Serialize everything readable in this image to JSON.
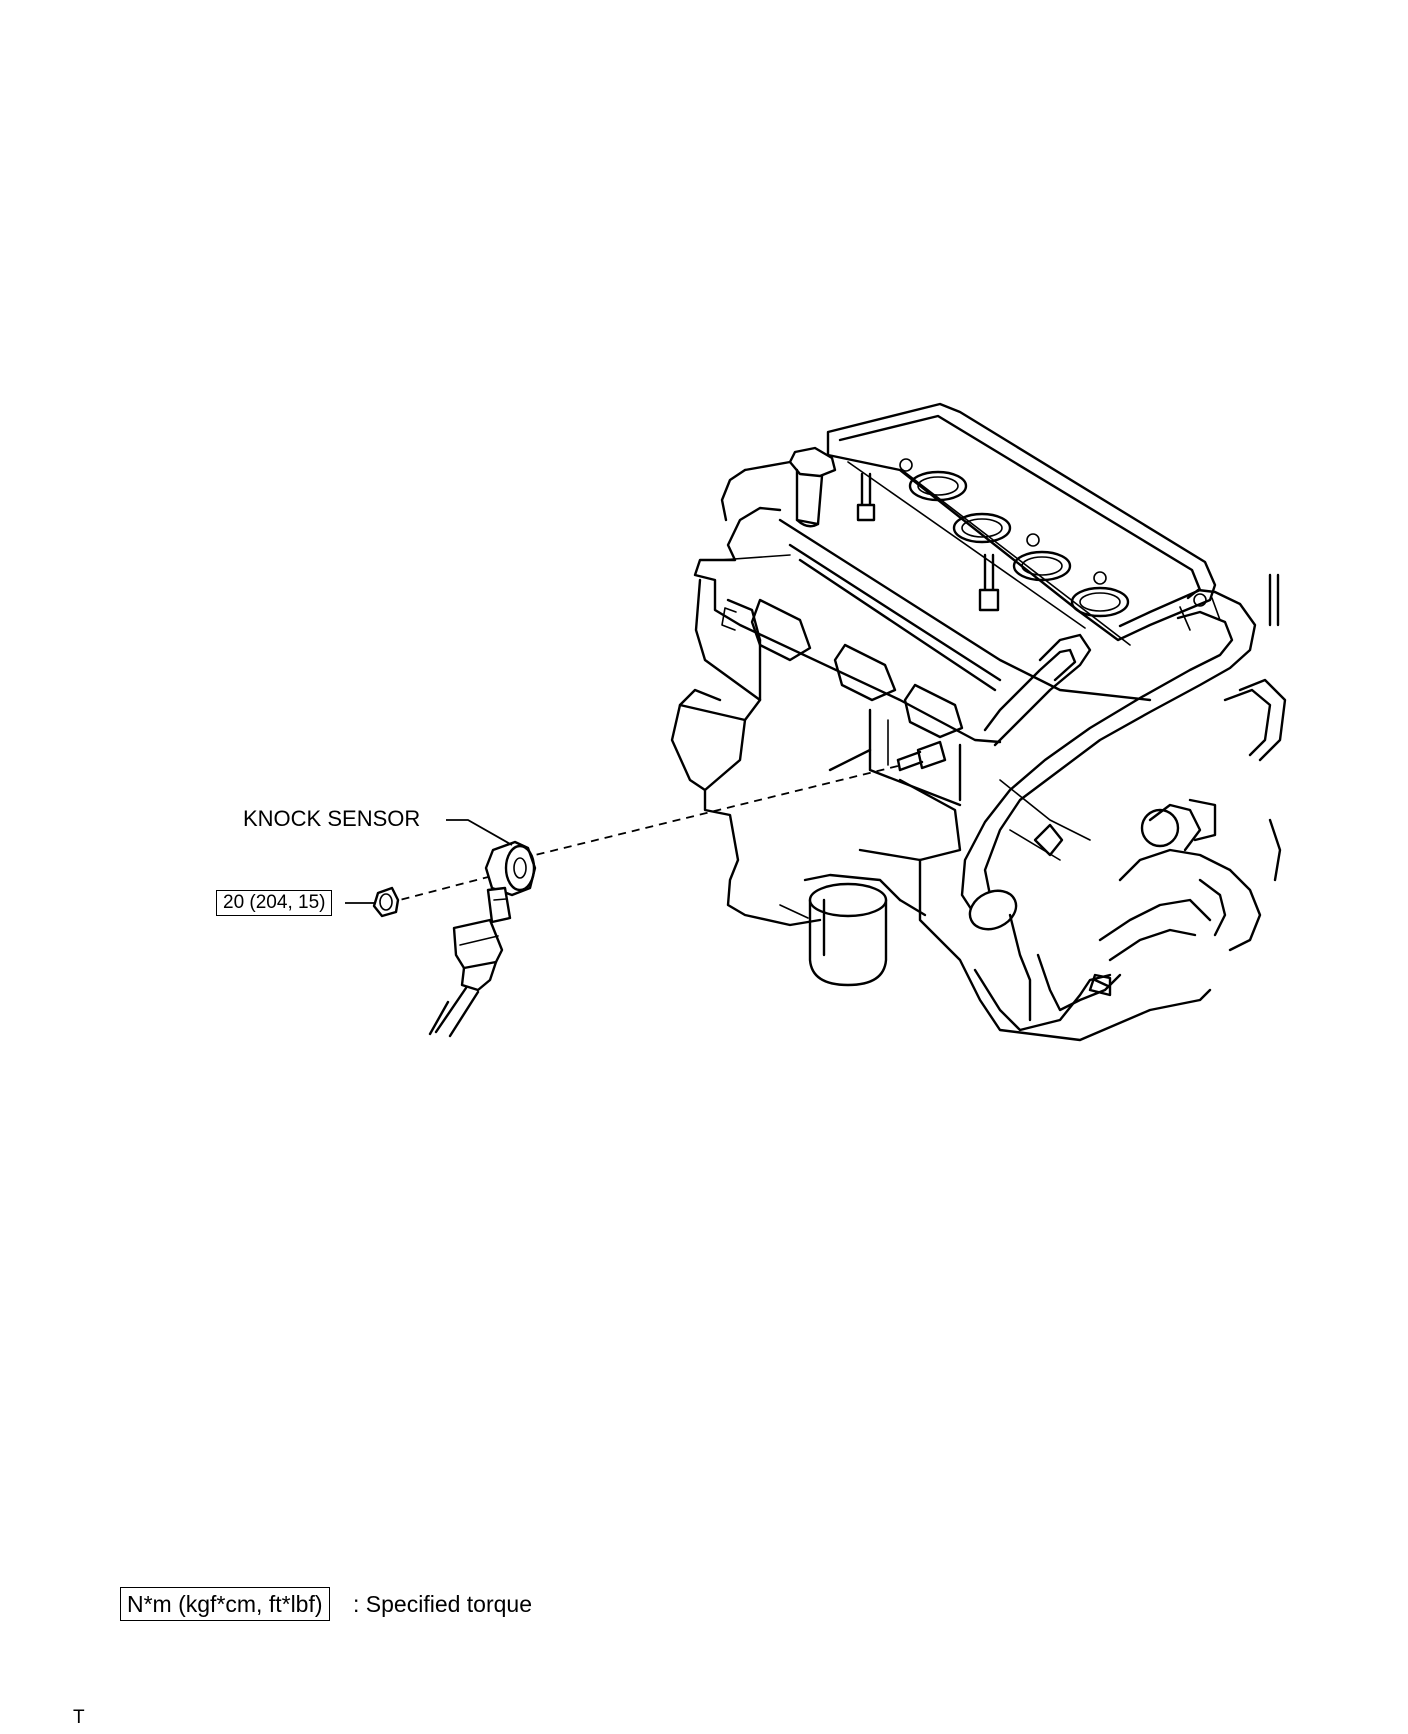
{
  "labels": {
    "knock_sensor": "KNOCK SENSOR",
    "torque_value": "20 (204, 15)"
  },
  "legend": {
    "unit_box": "N*m (kgf*cm, ft*lbf)",
    "description": ": Specified torque"
  },
  "corner_mark": "T"
}
